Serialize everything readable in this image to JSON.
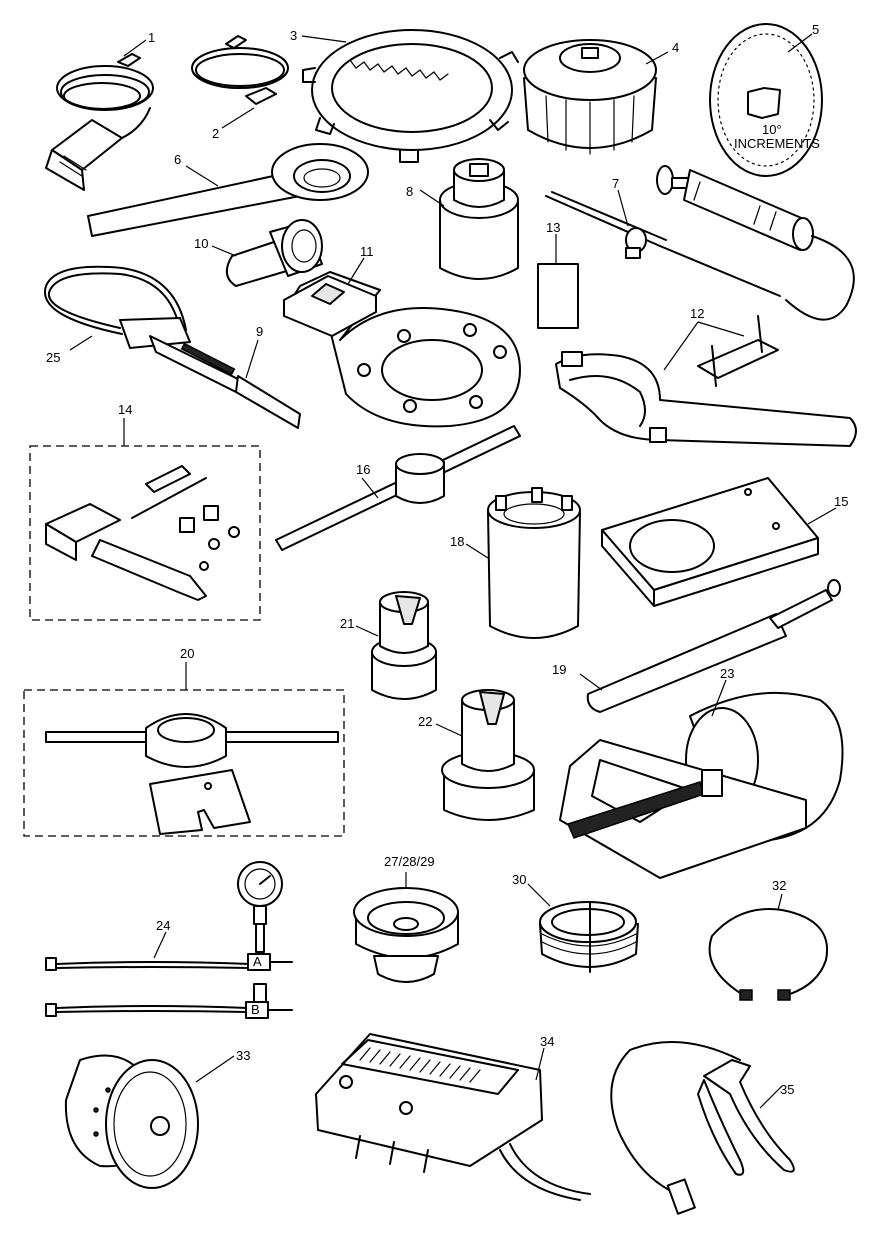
{
  "callouts": {
    "c1": "1",
    "c2": "2",
    "c3": "3",
    "c4": "4",
    "c5": "5",
    "c6": "6",
    "c7": "7",
    "c8": "8",
    "c9": "9",
    "c10": "10",
    "c11": "11",
    "c12": "12",
    "c13": "13",
    "c14": "14",
    "c15": "15",
    "c16": "16",
    "c18": "18",
    "c19": "19",
    "c20": "20",
    "c21": "21",
    "c22": "22",
    "c23": "23",
    "c24": "24",
    "c25": "25",
    "c27": "27/28/29",
    "c30": "30",
    "c32": "32",
    "c33": "33",
    "c34": "34",
    "c35": "35"
  },
  "protractor": {
    "line1": "10°",
    "line2": "INCREMENTS"
  },
  "gauge_ports": {
    "a": "A",
    "b": "B"
  }
}
